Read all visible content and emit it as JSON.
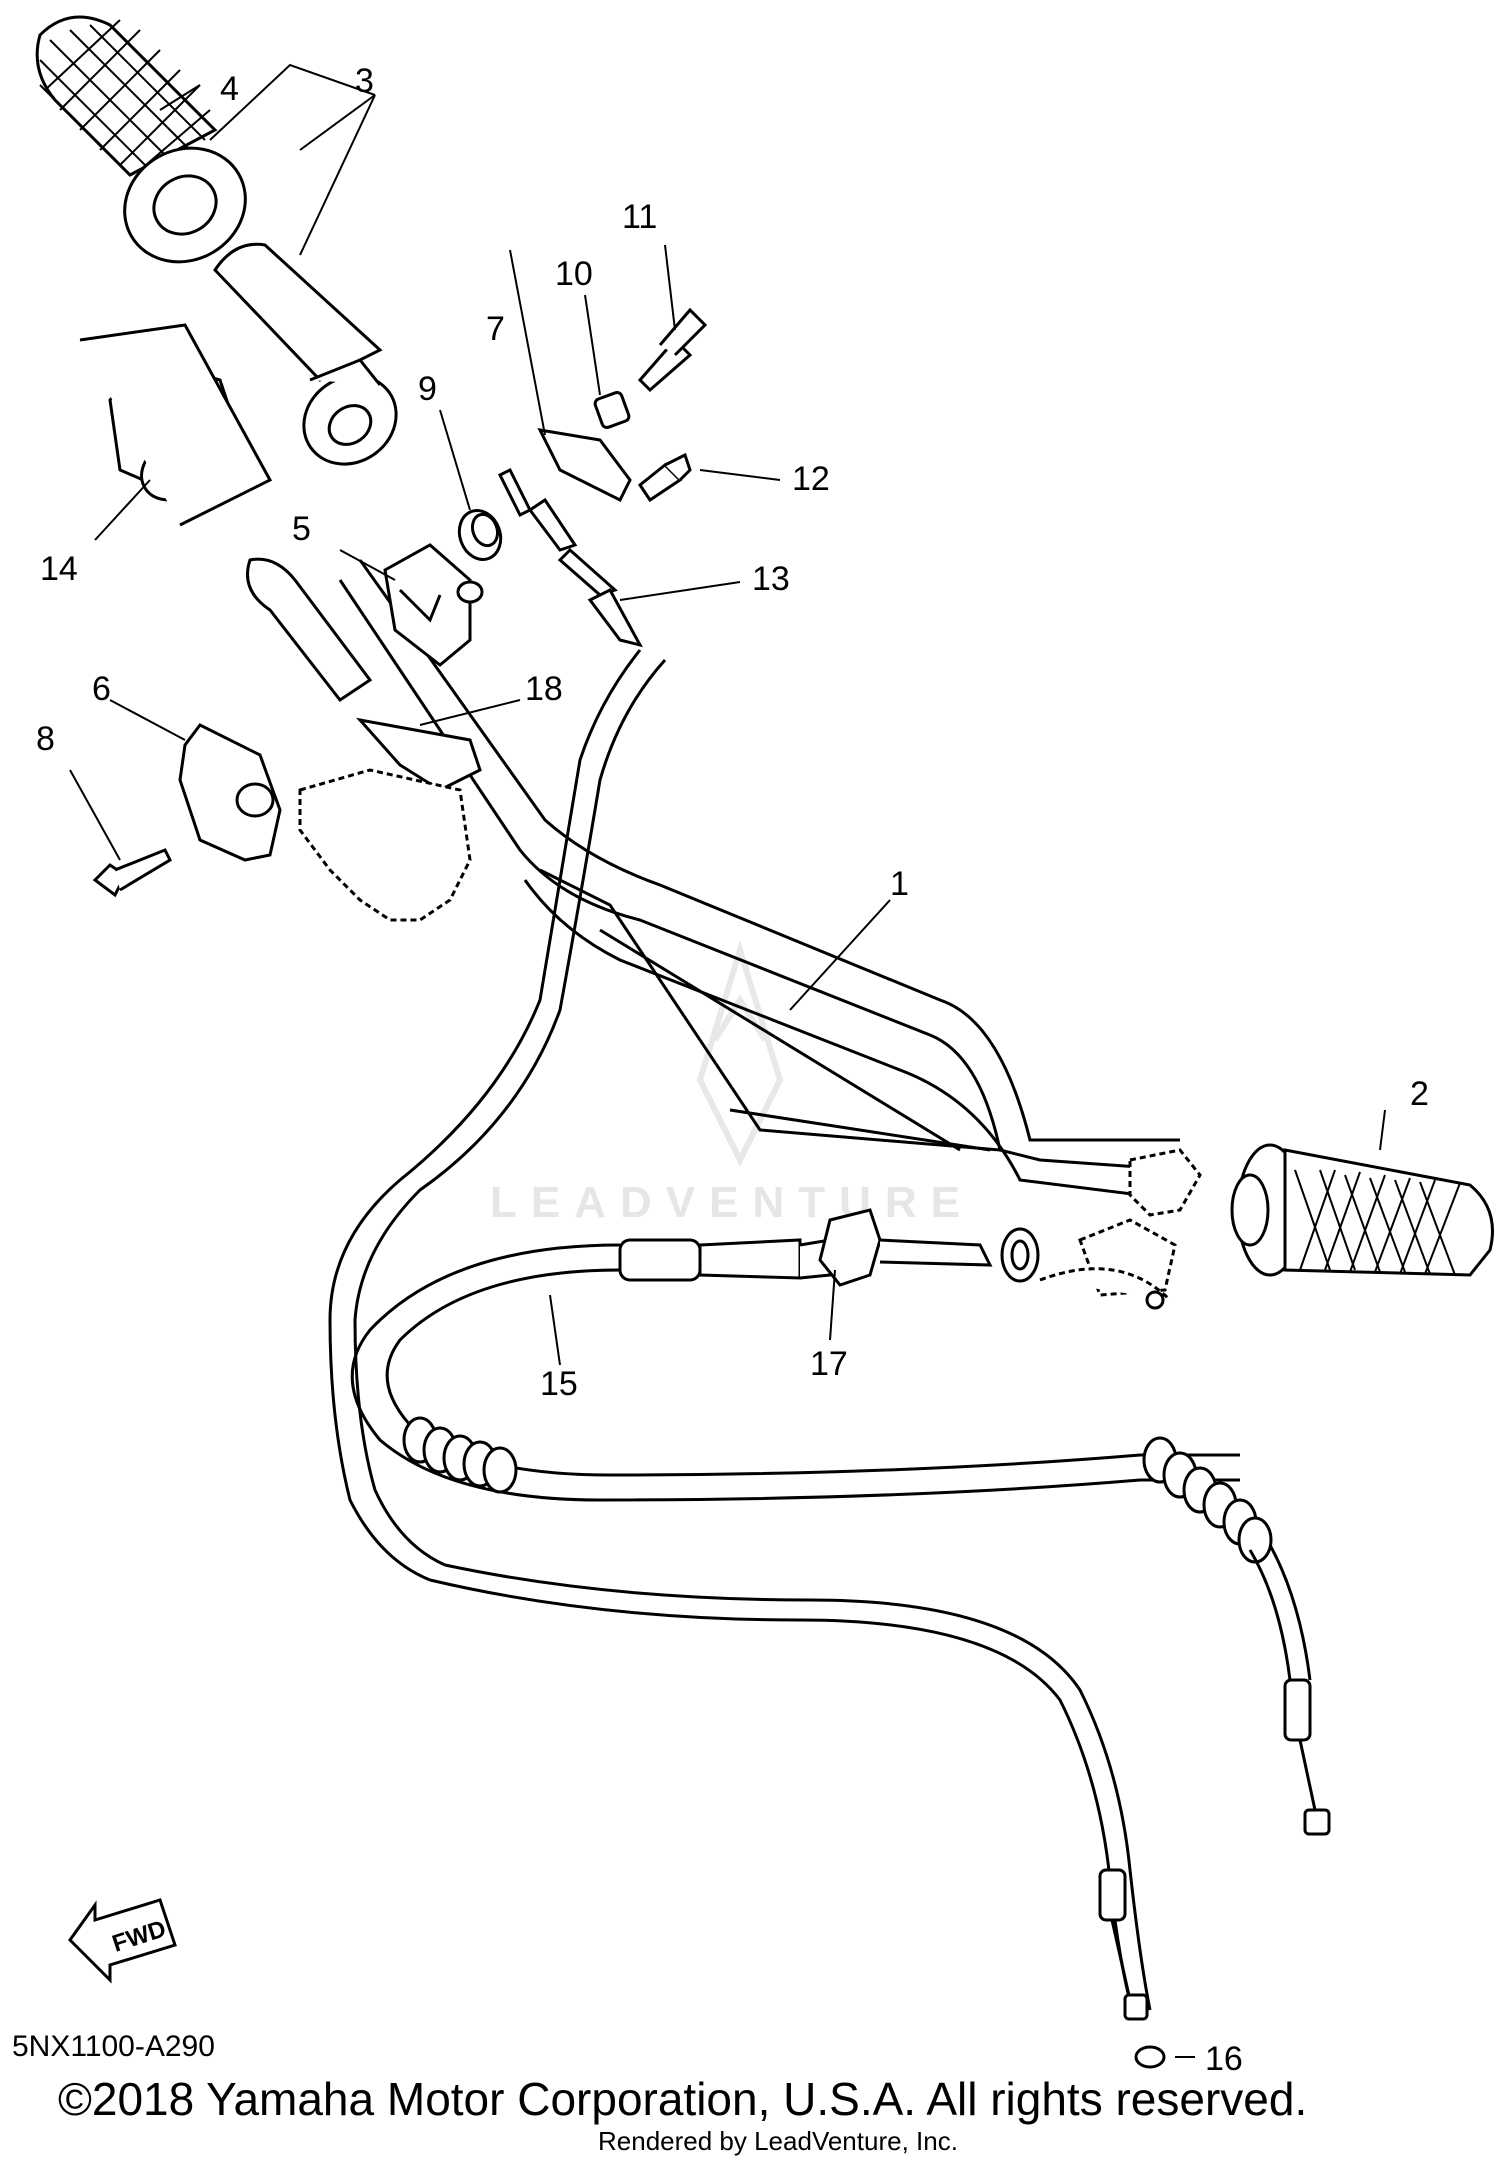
{
  "diagram": {
    "callouts": [
      {
        "id": "1",
        "label": "1"
      },
      {
        "id": "2",
        "label": "2"
      },
      {
        "id": "3",
        "label": "3"
      },
      {
        "id": "4",
        "label": "4"
      },
      {
        "id": "5",
        "label": "5"
      },
      {
        "id": "6",
        "label": "6"
      },
      {
        "id": "7",
        "label": "7"
      },
      {
        "id": "8",
        "label": "8"
      },
      {
        "id": "9",
        "label": "9"
      },
      {
        "id": "10",
        "label": "10"
      },
      {
        "id": "11",
        "label": "11"
      },
      {
        "id": "12",
        "label": "12"
      },
      {
        "id": "13",
        "label": "13"
      },
      {
        "id": "14",
        "label": "14"
      },
      {
        "id": "15",
        "label": "15"
      },
      {
        "id": "16",
        "label": "16"
      },
      {
        "id": "17",
        "label": "17"
      },
      {
        "id": "18",
        "label": "18"
      }
    ],
    "fwd_label": "FWD",
    "watermark": "LEADVENTURE",
    "diagram_code": "5NX1100-A290",
    "copyright": "©2018 Yamaha Motor Corporation, U.S.A. All rights reserved.",
    "rendered_by": "Rendered by LeadVenture, Inc."
  }
}
